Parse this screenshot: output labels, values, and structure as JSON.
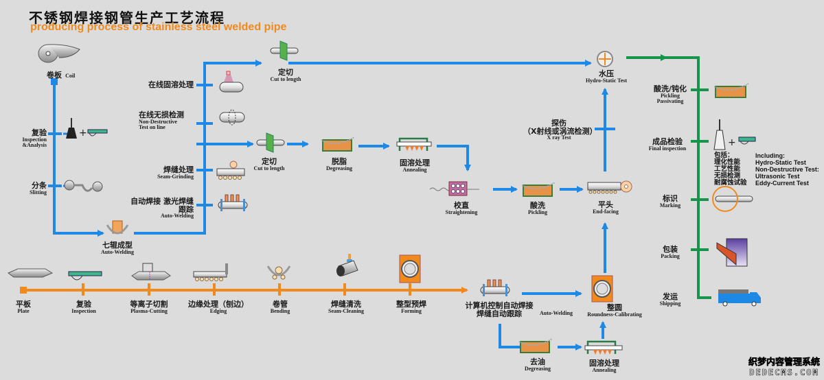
{
  "header": {
    "title_cn": "不锈钢焊接钢管生产工艺流程",
    "title_en": "producing process of stainless steel welded pipe"
  },
  "colors": {
    "blue_flow": "#1e88e5",
    "orange_flow": "#f08a1c",
    "green_flow": "#16954a",
    "background": "#dcdcdc"
  },
  "coil_line": {
    "start": {
      "cn": "卷板",
      "en": "Coil",
      "icon": "coil-icon"
    },
    "steps": [
      {
        "cn": "复验",
        "en": "Inspection &Analysis",
        "icon": "flask-and-caliper-icon"
      },
      {
        "cn": "分条",
        "en": "Slitting",
        "icon": "slitting-machine-icon"
      }
    ],
    "forming": {
      "cn": "七辊成型",
      "en": "Auto-Welding",
      "icon": "roller-forming-icon"
    }
  },
  "weld_branch": {
    "steps": [
      {
        "cn": "在线固溶处理",
        "en": "",
        "icon": "induction-heating-pipe-icon"
      },
      {
        "cn": "在线无损检测",
        "en": "Non-Destructive Test on line",
        "icon": "ndt-ring-pipe-icon"
      },
      {
        "cn": "焊缝处理",
        "en": "Seam-Grinding",
        "icon": "seam-grinder-icon"
      },
      {
        "cn": "自动焊接 激光焊缝跟踪",
        "en": "Auto-Welding",
        "icon": "welding-torch-icon"
      }
    ],
    "cut_top": {
      "cn": "定切",
      "en": "Cut to length",
      "icon": "saw-cutter-icon"
    },
    "cut_mid": {
      "cn": "定切",
      "en": "Cut to length",
      "icon": "saw-cutter-icon"
    }
  },
  "mid_line": {
    "degreasing": {
      "cn": "脱脂",
      "en": "Degreasing",
      "icon": "degreasing-tank-icon"
    },
    "annealing": {
      "cn": "固溶处理",
      "en": "Annealing",
      "icon": "annealing-furnace-icon"
    },
    "straightening": {
      "cn": "校直",
      "en": "Straightening",
      "icon": "straightener-icon"
    },
    "pickling": {
      "cn": "酸洗",
      "en": "Pickling",
      "icon": "pickling-tank-icon"
    },
    "end_facing": {
      "cn": "平头",
      "en": "End-facing",
      "icon": "end-facing-icon"
    },
    "xray": {
      "cn": "探伤",
      "cn2": "（X射线或涡流检测）",
      "en": "X ray Test"
    },
    "hydro": {
      "cn": "水压",
      "en": "Hydro-Static Test",
      "icon": "hydro-gauge-icon"
    }
  },
  "plate_line": {
    "steps": [
      {
        "cn": "平板",
        "en": "Plate",
        "icon": "steel-plate-icon"
      },
      {
        "cn": "复验",
        "en": "Inspection",
        "icon": "caliper-icon"
      },
      {
        "cn": "等离子切割",
        "en": "Plasma-Cutting",
        "icon": "plasma-cutter-icon"
      },
      {
        "cn": "边缘处理（刨边）",
        "en": "Edging",
        "icon": "edge-planer-icon"
      },
      {
        "cn": "卷管",
        "en": "Bending",
        "icon": "bending-rollers-icon"
      },
      {
        "cn": "焊缝清洗",
        "en": "Seam-Cleaning",
        "icon": "seam-cleaning-icon"
      },
      {
        "cn": "整型预焊",
        "en": "Forming",
        "icon": "forming-ring-icon"
      }
    ],
    "welding": {
      "cn": "计算机控制自动焊接",
      "cn2": "焊缝自动跟踪",
      "en": "Auto-Welding",
      "icon": "welding-torch-icon"
    },
    "roundness": {
      "cn": "整圆",
      "en": "Roundness-Calibrating",
      "icon": "roundness-ring-icon"
    },
    "degreasing": {
      "cn": "去油",
      "en": "Degreasing",
      "icon": "degreasing-tank-icon"
    },
    "annealing": {
      "cn": "固溶处理",
      "en": "Annealing",
      "icon": "annealing-furnace-icon"
    }
  },
  "final_line": {
    "steps": [
      {
        "cn": "酸洗/钝化",
        "en": "Pickling Passivating",
        "icon": "pickling-tank-icon"
      },
      {
        "cn": "成品检验",
        "en": "Final inspection",
        "icon": "flask-and-caliper-icon"
      },
      {
        "cn": "标识",
        "en": "Marking",
        "icon": "marking-pipe-icon"
      },
      {
        "cn": "包装",
        "en": "Packing",
        "icon": "packing-bundle-icon"
      },
      {
        "cn": "发运",
        "en": "Shipping",
        "icon": "truck-icon"
      }
    ],
    "including_cn": [
      "包括：",
      "理化性能",
      "工艺性能",
      "无损检测",
      "耐腐蚀试验"
    ],
    "including_en": [
      "Including:",
      "Hydro-Static Test",
      "Non-Destructive Test:",
      "Ultrasonic Test",
      "Eddy-Current Test"
    ]
  },
  "watermark": {
    "line1": "织梦内容管理系统",
    "line2": "DEDECMS.COM"
  }
}
